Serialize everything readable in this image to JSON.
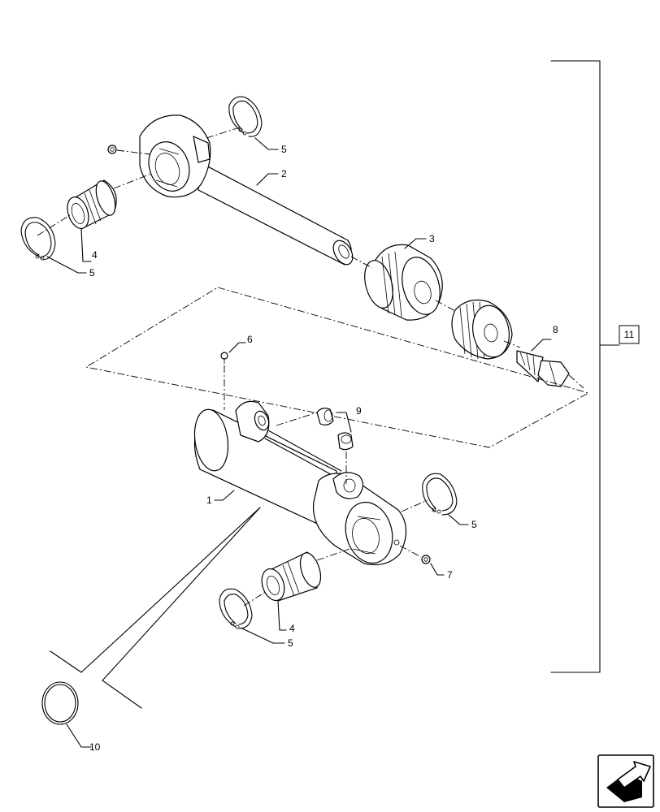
{
  "callouts": {
    "c1": "1",
    "c2": "2",
    "c3": "3",
    "c4a": "4",
    "c4b": "4",
    "c5a": "5",
    "c5b": "5",
    "c5c": "5",
    "c5d": "5",
    "c6": "6",
    "c7": "7",
    "c8": "8",
    "c9": "9",
    "c10": "10",
    "c11": "11"
  },
  "icons": {
    "corner": "navigation-arrow-icon"
  }
}
